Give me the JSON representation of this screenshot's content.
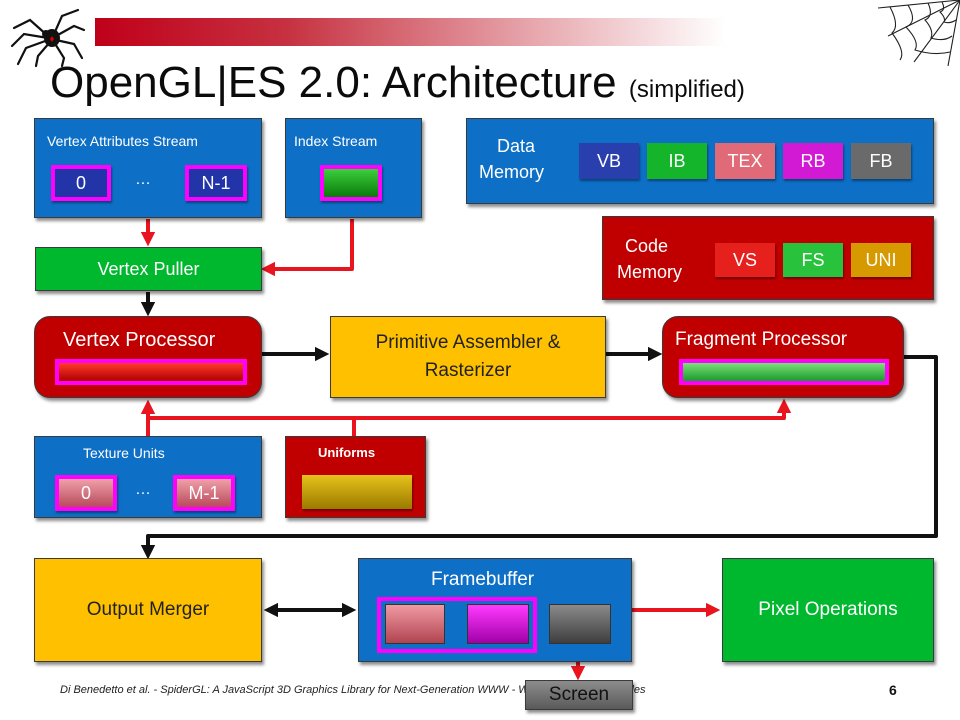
{
  "title": {
    "main": "OpenGL|ES 2.0: Architecture",
    "sub": "(simplified)"
  },
  "vertex_attributes": {
    "label": "Vertex Attributes Stream",
    "first": "0",
    "ellipsis": "…",
    "last": "N-1"
  },
  "index_stream": {
    "label": "Index Stream"
  },
  "data_memory": {
    "label_line1": "Data",
    "label_line2": "Memory",
    "chips": [
      "VB",
      "IB",
      "TEX",
      "RB",
      "FB"
    ]
  },
  "code_memory": {
    "label_line1": "Code",
    "label_line2": "Memory",
    "chips": [
      "VS",
      "FS",
      "UNI"
    ]
  },
  "vertex_puller": {
    "label": "Vertex Puller"
  },
  "vertex_processor": {
    "label": "Vertex Processor"
  },
  "primitive_assembler": {
    "label_line1": "Primitive Assembler &",
    "label_line2": "Rasterizer"
  },
  "fragment_processor": {
    "label": "Fragment Processor"
  },
  "texture_units": {
    "label": "Texture Units",
    "first": "0",
    "ellipsis": "…",
    "last": "M-1"
  },
  "uniforms": {
    "label": "Uniforms"
  },
  "output_merger": {
    "label": "Output Merger"
  },
  "framebuffer": {
    "label": "Framebuffer"
  },
  "pixel_operations": {
    "label": "Pixel Operations"
  },
  "screen": {
    "label": "Screen"
  },
  "footer": {
    "citation": "Di Benedetto et al. - SpiderGL: A JavaScript 3D Graphics Library for Next-Generation WWW - Web3D 2010 Los Angeles",
    "page": "6"
  },
  "colors": {
    "blue": "#0d6fc6",
    "dark_red": "#c00000",
    "green": "#00b82e",
    "orange": "#ffc000",
    "magenta_border": "#ff00ff",
    "arrow_red": "#e8141e"
  },
  "icons": [
    "spider-icon",
    "spiderweb-icon"
  ]
}
